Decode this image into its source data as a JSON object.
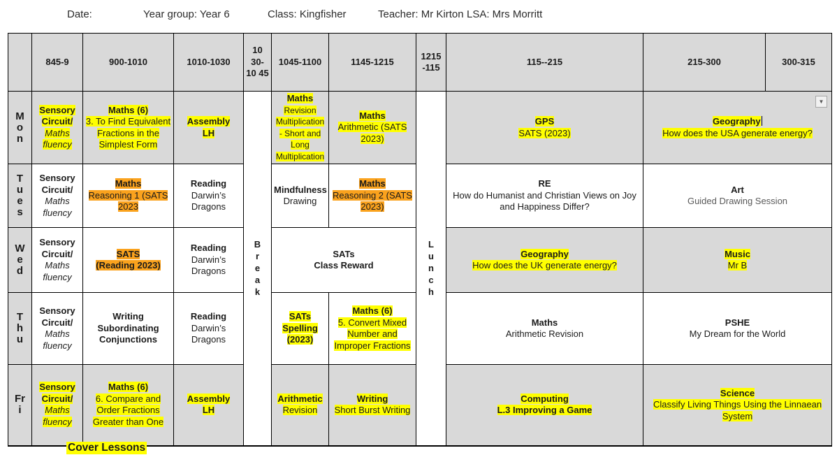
{
  "doc_header": {
    "date_label": "Date:",
    "year_group": "Year group: Year 6",
    "class": "Class: Kingfisher",
    "teacher": "Teacher: Mr Kirton",
    "lsa": "LSA: Mrs Morritt"
  },
  "colors": {
    "cell_shade": "#d9d9d9",
    "highlight_yellow": "#ffff00",
    "highlight_orange": "#faa21d",
    "border": "#000000",
    "text": "#1a1a1a",
    "muted_text": "#595959"
  },
  "icons": {
    "dropdown_arrow": "▼"
  },
  "timetable": {
    "columns": [
      "",
      "845-9",
      "900-1010",
      "1010-1030",
      "10 30-10 45",
      "1045-1100",
      "1145-1215",
      "1215 -115",
      "115--215",
      "215-300",
      "300-315"
    ],
    "break_label": "Break",
    "lunch_label": "Lunch",
    "rows": {
      "mon": {
        "day": "Mon",
        "p845": {
          "title": "Sensory Circuit/",
          "body": "Maths fluency"
        },
        "p900": {
          "title": "Maths (6)",
          "body": "3. To Find Equivalent Fractions in the Simplest Form"
        },
        "p1010": {
          "title": "Assembly",
          "body": "LH"
        },
        "p1045": {
          "title": "Maths",
          "body": "Revision Multiplication - Short and Long Multiplication"
        },
        "p1145": {
          "title": "Maths",
          "body": "Arithmetic (SATS 2023)"
        },
        "p115": {
          "title": "GPS",
          "body": "SATS (2023)"
        },
        "p215": {
          "title": "Geography",
          "body": "How does the USA generate energy?"
        }
      },
      "tues": {
        "day": "Tues",
        "p845": {
          "title": "Sensory Circuit/",
          "body": "Maths fluency"
        },
        "p900": {
          "title": "Maths",
          "body": "Reasoning 1 (SATS 2023"
        },
        "p1010": {
          "title": "Reading",
          "body": "Darwin’s Dragons"
        },
        "p1045": {
          "title": "Mindfulness",
          "body": "Drawing"
        },
        "p1145": {
          "title": "Maths",
          "body": "Reasoning 2 (SATS 2023)"
        },
        "p115": {
          "title": "RE",
          "body": "How do Humanist and Christian Views on Joy and Happiness Differ?"
        },
        "p215": {
          "title": "Art",
          "body": "Guided Drawing Session"
        }
      },
      "wed": {
        "day": "Wed",
        "p845": {
          "title": "Sensory Circuit/",
          "body": "Maths fluency"
        },
        "p900": {
          "title": "SATS",
          "body": "(Reading 2023)"
        },
        "p1010": {
          "title": "Reading",
          "body": "Darwin’s Dragons"
        },
        "p1045": {
          "title": "SATs",
          "body": "Class Reward"
        },
        "p115": {
          "title": "Geography",
          "body": "How does the UK generate energy?"
        },
        "p215": {
          "title": "Music",
          "body": "Mr B"
        }
      },
      "thu": {
        "day": "Thu",
        "p845": {
          "title": "Sensory Circuit/",
          "body": "Maths fluency"
        },
        "p900": {
          "title": "Writing",
          "body": "Subordinating Conjunctions"
        },
        "p1010": {
          "title": "Reading",
          "body": "Darwin’s Dragons"
        },
        "p1045": {
          "title": "SATs Spelling (2023)",
          "body": ""
        },
        "p1145": {
          "title": "Maths (6)",
          "body": "5. Convert Mixed Number and Improper Fractions"
        },
        "p115": {
          "title": "Maths",
          "body": "Arithmetic Revision"
        },
        "p215": {
          "title": "PSHE",
          "body": "My Dream for the World"
        }
      },
      "fri": {
        "day": "Fri",
        "p845": {
          "title": "Sensory Circuit/",
          "body": "Maths fluency"
        },
        "p900": {
          "title": "Maths (6)",
          "body": "6. Compare and Order Fractions Greater than One"
        },
        "p1010": {
          "title": "Assembly",
          "body": "LH"
        },
        "p1045": {
          "title": "Arithmetic",
          "body": "Revision"
        },
        "p1145": {
          "title": "Writing",
          "body": "Short Burst Writing"
        },
        "p115": {
          "title": "Computing",
          "body": "L.3 Improving a Game"
        },
        "p215": {
          "title": "Science",
          "body": "Classify Living Things Using the Linnaean System"
        }
      }
    }
  },
  "footer": {
    "cover_lessons": "Cover Lessons"
  }
}
